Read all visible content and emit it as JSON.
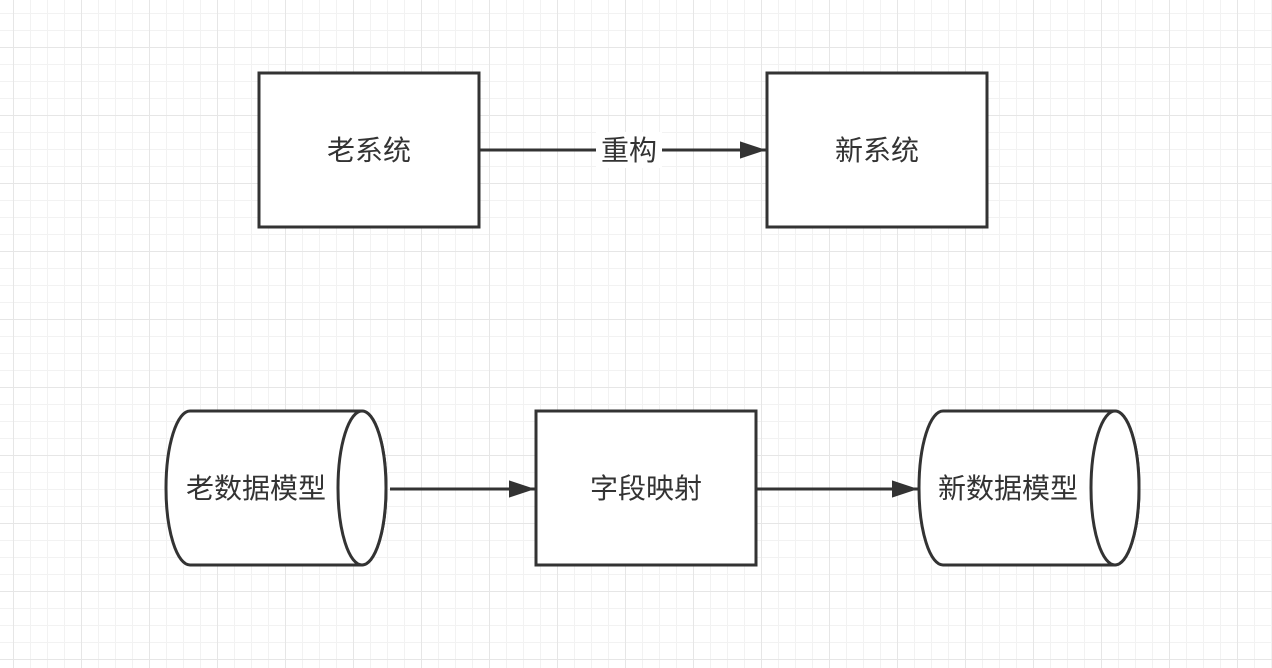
{
  "diagram": {
    "nodes": {
      "old_system": {
        "label": "老系统",
        "shape": "rectangle"
      },
      "new_system": {
        "label": "新系统",
        "shape": "rectangle"
      },
      "old_data_model": {
        "label": "老数据模型",
        "shape": "cylinder"
      },
      "field_mapping": {
        "label": "字段映射",
        "shape": "rectangle"
      },
      "new_data_model": {
        "label": "新数据模型",
        "shape": "cylinder"
      }
    },
    "edges": [
      {
        "from": "old_system",
        "to": "new_system",
        "label": "重构"
      },
      {
        "from": "old_data_model",
        "to": "field_mapping",
        "label": ""
      },
      {
        "from": "field_mapping",
        "to": "new_data_model",
        "label": ""
      }
    ]
  },
  "colors": {
    "stroke": "#333333",
    "fill": "#ffffff",
    "grid_major": "#e6e6e6",
    "grid_minor": "#f2f2f2"
  }
}
